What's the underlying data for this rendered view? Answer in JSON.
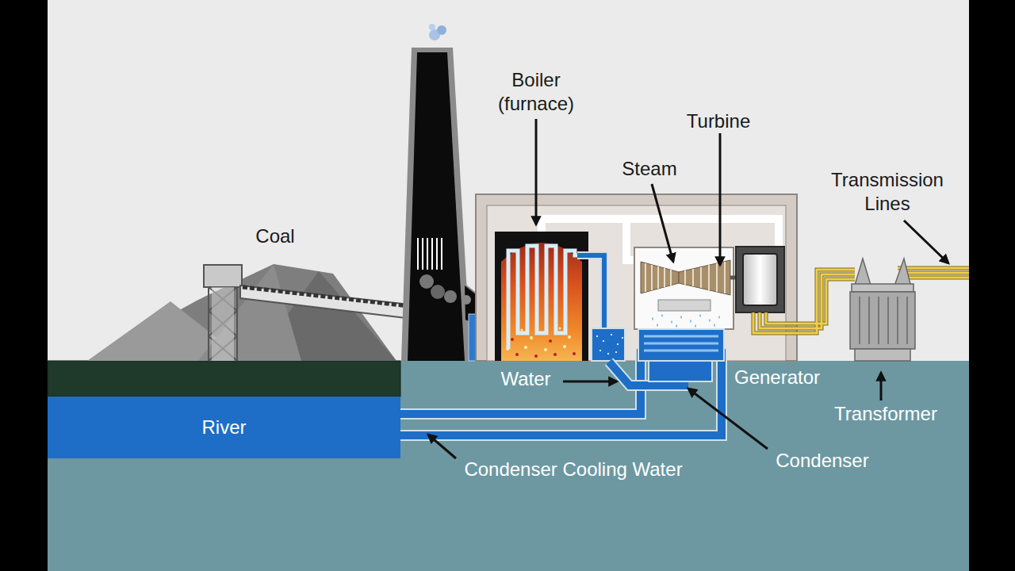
{
  "diagram": {
    "nodes": [
      {
        "text": [
          "River"
        ]
      }
    ],
    "labels": [
      "Boiler (furnace)",
      "Turbine",
      "Steam",
      "Transmission Lines",
      "Coal",
      "Generator",
      "Water",
      "Transformer",
      "Condenser",
      "Condenser Cooling Water"
    ]
  }
}
